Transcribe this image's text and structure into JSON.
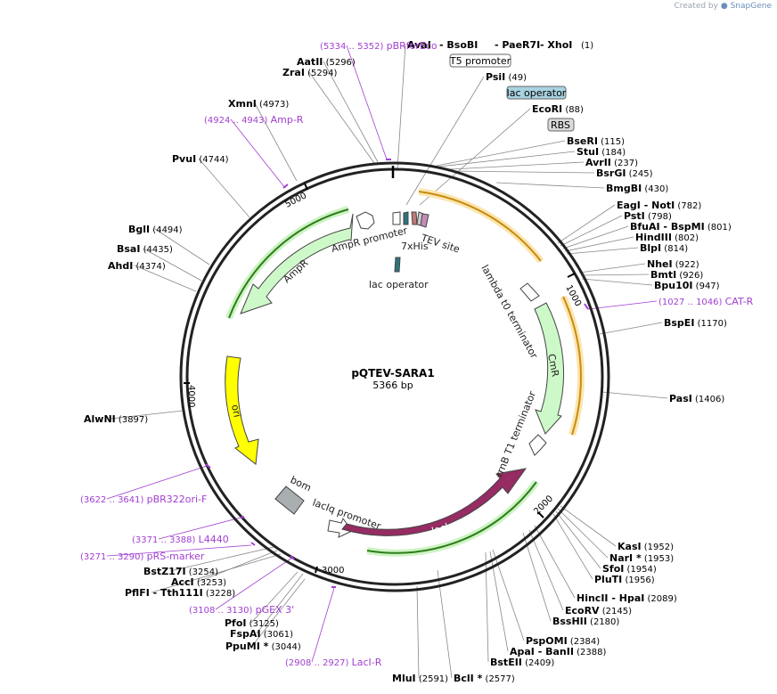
{
  "credit": {
    "prefix": "Created by",
    "brand": "SnapGene"
  },
  "plasmid": {
    "name": "pQTEV-SARA1",
    "length": "5366 bp"
  },
  "ticks": [
    "1000",
    "2000",
    "3000",
    "4000",
    "5000"
  ],
  "features": {
    "ampr_promoter": "AmpR promoter",
    "ampr": "AmpR",
    "his": "7xHis",
    "tev": "TEV site",
    "lac_operator": "lac operator",
    "lambda": "lambda t0 terminator",
    "cmr": "CmR",
    "rrnb": "rrnB T1 terminator",
    "laci": "lacI",
    "laciq": "lacIq promoter",
    "bom": "bom",
    "ori": "ori"
  },
  "boxes": {
    "t5": "T5 promoter",
    "lacop": "lac operator",
    "rbs": "RBS"
  },
  "sites": [
    {
      "t": "AvaI",
      "n": "",
      "s": "enz"
    },
    {
      "t": "- BsoBI",
      "n": "",
      "s": "enz"
    },
    {
      "t": "- PaeR7I",
      "n": "",
      "s": "enz"
    },
    {
      "t": "- XhoI",
      "n": "",
      "s": "enz"
    },
    {
      "t": "",
      "n": "(1)",
      "s": "num"
    },
    {
      "t": "PsiI",
      "n": "(49)",
      "s": "enz"
    },
    {
      "t": "EcoRI",
      "n": "(88)",
      "s": "enz"
    },
    {
      "t": "BseRI",
      "n": "(115)",
      "s": "enz"
    },
    {
      "t": "StuI",
      "n": "(184)",
      "s": "enz"
    },
    {
      "t": "AvrII",
      "n": "(237)",
      "s": "enz"
    },
    {
      "t": "BsrGI",
      "n": "(245)",
      "s": "enz"
    },
    {
      "t": "BmgBI",
      "n": "(430)",
      "s": "enz"
    },
    {
      "t": "EagI - NotI",
      "n": "(782)",
      "s": "enz"
    },
    {
      "t": "PstI",
      "n": "(798)",
      "s": "enz"
    },
    {
      "t": "BfuAI - BspMI",
      "n": "(801)",
      "s": "enz"
    },
    {
      "t": "HindIII",
      "n": "(802)",
      "s": "enz"
    },
    {
      "t": "BlpI",
      "n": "(814)",
      "s": "enz"
    },
    {
      "t": "NheI",
      "n": "(922)",
      "s": "enz"
    },
    {
      "t": "BmtI",
      "n": "(926)",
      "s": "enz"
    },
    {
      "t": "Bpu10I",
      "n": "(947)",
      "s": "enz"
    },
    {
      "t": "CAT-R",
      "n": "(1027 .. 1046)",
      "s": "prim"
    },
    {
      "t": "BspEI",
      "n": "(1170)",
      "s": "enz"
    },
    {
      "t": "PasI",
      "n": "(1406)",
      "s": "enz"
    },
    {
      "t": "KasI",
      "n": "(1952)",
      "s": "enz"
    },
    {
      "t": "NarI *",
      "n": "(1953)",
      "s": "enz"
    },
    {
      "t": "SfoI",
      "n": "(1954)",
      "s": "enz"
    },
    {
      "t": "PluTI",
      "n": "(1956)",
      "s": "enz"
    },
    {
      "t": "HincII - HpaI",
      "n": "(2089)",
      "s": "enz"
    },
    {
      "t": "EcoRV",
      "n": "(2145)",
      "s": "enz"
    },
    {
      "t": "BssHII",
      "n": "(2180)",
      "s": "enz"
    },
    {
      "t": "PspOMI",
      "n": "(2384)",
      "s": "enz"
    },
    {
      "t": "ApaI - BanII",
      "n": "(2388)",
      "s": "enz"
    },
    {
      "t": "BstEII",
      "n": "(2409)",
      "s": "enz"
    },
    {
      "t": "BclI *",
      "n": "(2577)",
      "s": "enz"
    },
    {
      "t": "MluI",
      "n": "(2591)",
      "s": "enz"
    },
    {
      "t": "LacI-R",
      "n": "(2908 .. 2927)",
      "s": "prim"
    },
    {
      "t": "PpuMI *",
      "n": "(3044)",
      "s": "enz"
    },
    {
      "t": "FspAI",
      "n": "(3061)",
      "s": "enz"
    },
    {
      "t": "PfoI",
      "n": "(3125)",
      "s": "enz"
    },
    {
      "t": "pGEX 3'",
      "n": "(3108 .. 3130)",
      "s": "prim"
    },
    {
      "t": "PflFI - Tth111I",
      "n": "(3228)",
      "s": "enz"
    },
    {
      "t": "AccI",
      "n": "(3253)",
      "s": "enz"
    },
    {
      "t": "BstZ17I",
      "n": "(3254)",
      "s": "enz"
    },
    {
      "t": "pRS-marker",
      "n": "(3271 .. 3290)",
      "s": "prim"
    },
    {
      "t": "L4440",
      "n": "(3371 .. 3388)",
      "s": "prim"
    },
    {
      "t": "pBR322ori-F",
      "n": "(3622 .. 3641)",
      "s": "prim"
    },
    {
      "t": "AlwNI",
      "n": "(3897)",
      "s": "enz"
    },
    {
      "t": "AhdI",
      "n": "(4374)",
      "s": "enz"
    },
    {
      "t": "BsaI",
      "n": "(4435)",
      "s": "enz"
    },
    {
      "t": "BglI",
      "n": "(4494)",
      "s": "enz"
    },
    {
      "t": "PvuI",
      "n": "(4744)",
      "s": "enz"
    },
    {
      "t": "Amp-R",
      "n": "(4924 .. 4943)",
      "s": "prim"
    },
    {
      "t": "XmnI",
      "n": "(4973)",
      "s": "enz"
    },
    {
      "t": "ZraI",
      "n": "(5294)",
      "s": "enz"
    },
    {
      "t": "AatII",
      "n": "(5296)",
      "s": "enz"
    },
    {
      "t": "pBRforEco",
      "n": "(5334 .. 5352)",
      "s": "prim"
    }
  ]
}
